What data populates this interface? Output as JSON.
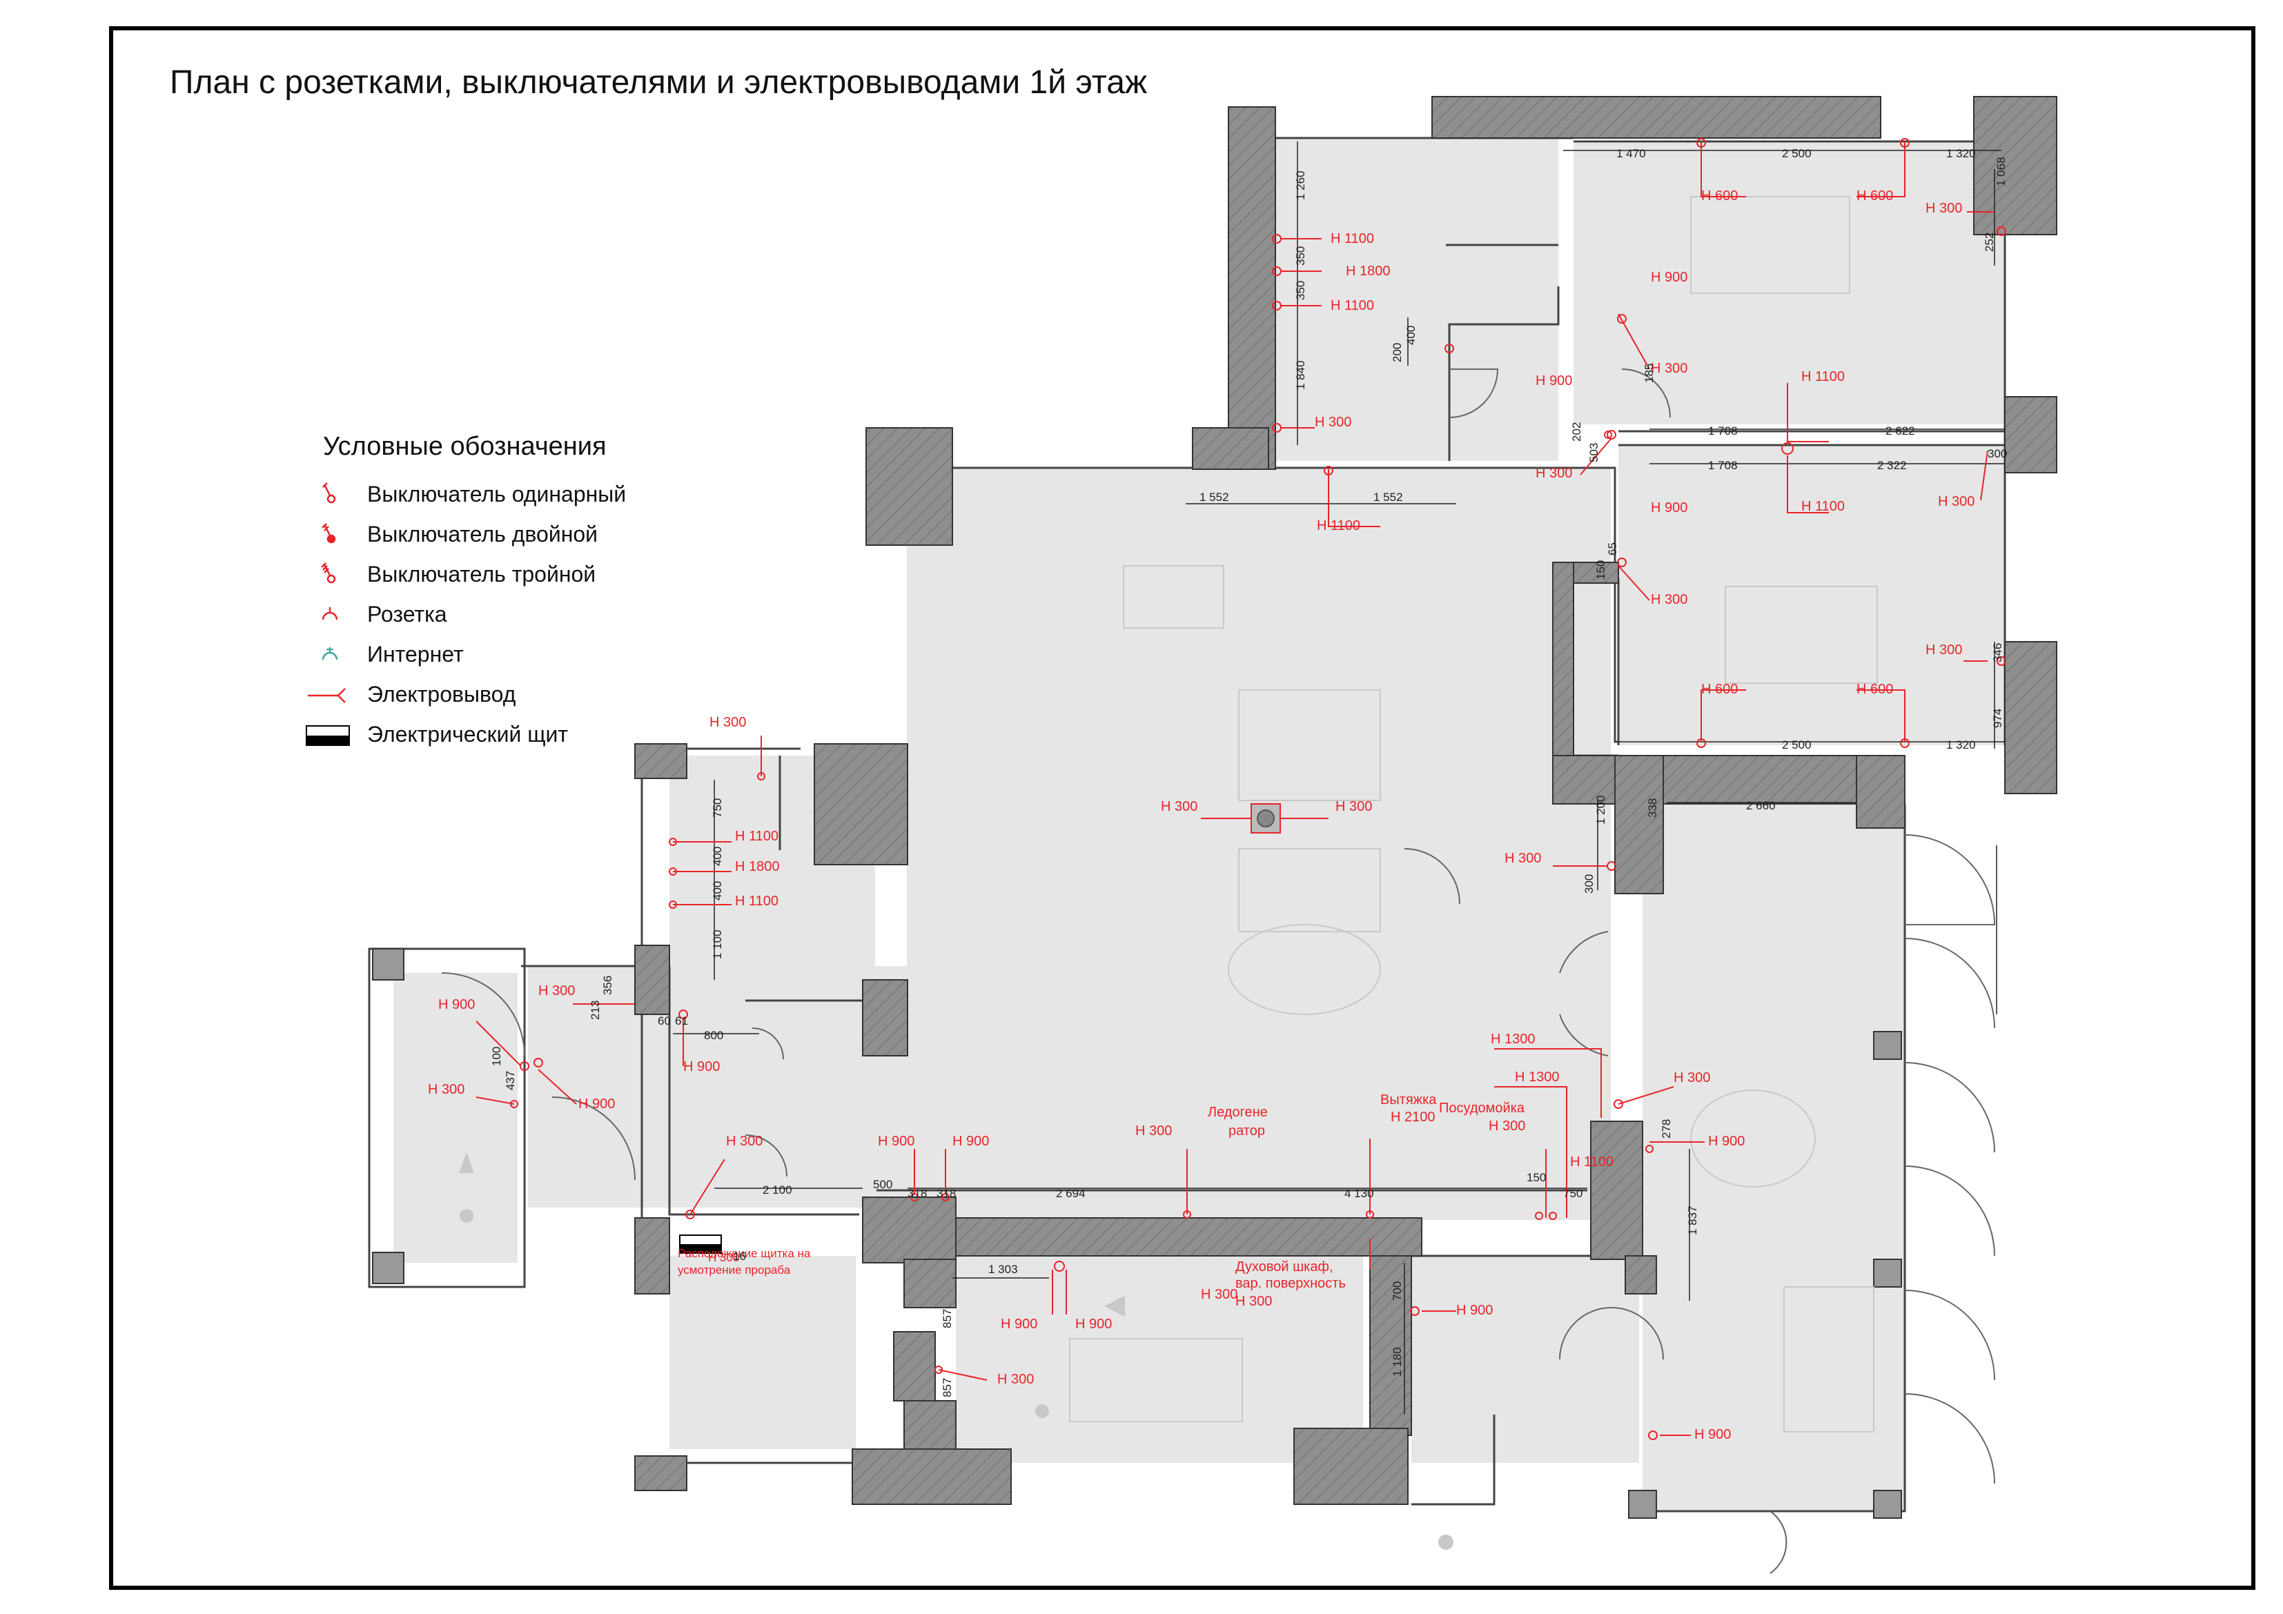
{
  "title": "План с розетками, выключателями и электровыводами 1й этаж",
  "legend": {
    "heading": "Условные обозначения",
    "items": [
      {
        "label": "Выключатель одинарный",
        "icon": "single-switch-icon"
      },
      {
        "label": "Выключатель двойной",
        "icon": "double-switch-icon"
      },
      {
        "label": "Выключатель тройной",
        "icon": "triple-switch-icon"
      },
      {
        "label": "Розетка",
        "icon": "socket-icon"
      },
      {
        "label": "Интернет",
        "icon": "internet-socket-icon"
      },
      {
        "label": "Электровывод",
        "icon": "electrical-outlet-icon"
      },
      {
        "label": "Электрический щит",
        "icon": "electrical-panel-icon"
      }
    ]
  },
  "colors": {
    "markup": "#e8242a",
    "wall": "#8f8f8f",
    "floor": "#e6e6e6",
    "internet": "#3aa6a0"
  },
  "annotations": {
    "a01": "Н 1100",
    "a02": "Н 1800",
    "a03": "Н 1100",
    "a04": "Н 300",
    "a05": "Н 1100",
    "a06": "Н 600",
    "a07": "Н 600",
    "a08": "Н 300",
    "a09": "Н 900",
    "a10": "Н 300",
    "a11": "Н 900",
    "a12": "Н 300",
    "a13": "Н 1100",
    "a14": "Н 1100",
    "a15": "Н 300",
    "a16": "Н 900",
    "a17": "Н 300",
    "a18": "Н 300",
    "a19": "Н 600",
    "a20": "Н 600",
    "a21": "Н 300",
    "a22": "Н 300",
    "a23": "Н 300",
    "a24": "Н 300",
    "a25": "Н 1100",
    "a26": "Н 1800",
    "a27": "Н 1100",
    "a28": "Н 300",
    "a29": "Н 900",
    "a30": "Н 300",
    "a31": "Н 900",
    "a32": "Н 900",
    "a33": "Н 300",
    "a34": "Н 900",
    "a35": "Н 900",
    "a36": "Н 300",
    "a37": "Ледогене",
    "a38": "ратор",
    "a39": "Вытяжка",
    "a40": "Н 2100",
    "a41": "Посудомойка",
    "a42": "Н 300",
    "a43": "Н 1300",
    "a44": "Н 1300",
    "a45": "Н 1100",
    "a46": "Н 300",
    "a47": "Н 900",
    "a48": "Н 900",
    "a49": "Н 900",
    "a50": "Н 300",
    "a51": "Духовой шкаф,",
    "a52": "вар. поверхность",
    "a53": "Н 300",
    "a54": "Н 900",
    "a55": "Н 900",
    "a56": "Н 300",
    "a57": "Расположение щитка на",
    "a58": "усмотрение прораба",
    "a59": "Н 300"
  },
  "dimensions": {
    "d01": "1 470",
    "d02": "2 500",
    "d03": "1 320",
    "d04": "1 068",
    "d05": "252",
    "d06": "1 260",
    "d07": "350",
    "d08": "350",
    "d09": "1 840",
    "d10": "400",
    "d11": "200",
    "d12": "1 552",
    "d13": "1 552",
    "d14": "1 708",
    "d15": "2 622",
    "d16": "1 708",
    "d17": "2 322",
    "d18": "300",
    "d19": "202",
    "d20": "503",
    "d21": "185",
    "d22": "150",
    "d23": "65",
    "d24": "346",
    "d25": "974",
    "d26": "2 500",
    "d27": "1 320",
    "d28": "1 200",
    "d29": "300",
    "d30": "338",
    "d31": "2 660",
    "d32": "750",
    "d33": "400",
    "d34": "400",
    "d35": "1 100",
    "d36": "356",
    "d37": "213",
    "d38": "60",
    "d39": "61",
    "d40": "800",
    "d41": "100",
    "d42": "437",
    "d43": "2 100",
    "d44": "500",
    "d45": "318",
    "d46": "318",
    "d47": "2 694",
    "d48": "4 130",
    "d49": "150",
    "d50": "750",
    "d51": "278",
    "d52": "1 837",
    "d53": "1 303",
    "d54": "857",
    "d55": "857",
    "d56": "700",
    "d57": "1 180",
    "d58": "16"
  }
}
